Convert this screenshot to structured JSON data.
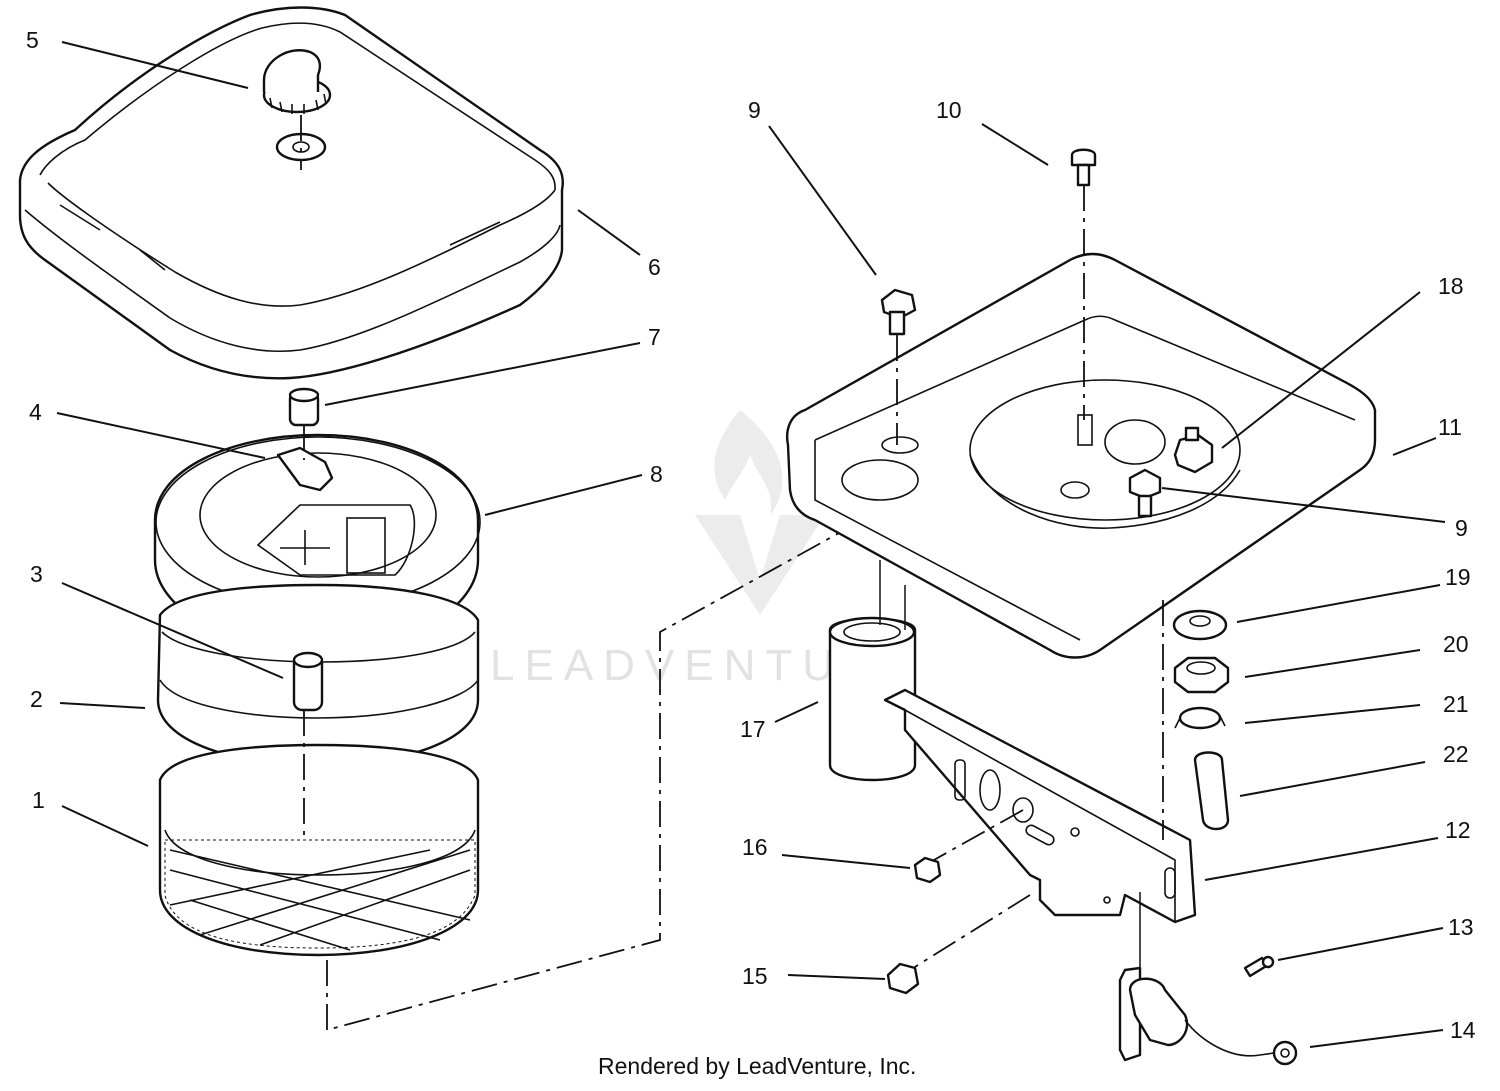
{
  "callouts": [
    {
      "id": "5",
      "text": "5"
    },
    {
      "id": "6",
      "text": "6"
    },
    {
      "id": "7",
      "text": "7"
    },
    {
      "id": "4",
      "text": "4"
    },
    {
      "id": "8",
      "text": "8"
    },
    {
      "id": "3",
      "text": "3"
    },
    {
      "id": "2",
      "text": "2"
    },
    {
      "id": "1",
      "text": "1"
    },
    {
      "id": "9a",
      "text": "9"
    },
    {
      "id": "10",
      "text": "10"
    },
    {
      "id": "18",
      "text": "18"
    },
    {
      "id": "11",
      "text": "11"
    },
    {
      "id": "9b",
      "text": "9"
    },
    {
      "id": "19",
      "text": "19"
    },
    {
      "id": "20",
      "text": "20"
    },
    {
      "id": "21",
      "text": "21"
    },
    {
      "id": "22",
      "text": "22"
    },
    {
      "id": "17",
      "text": "17"
    },
    {
      "id": "12",
      "text": "12"
    },
    {
      "id": "16",
      "text": "16"
    },
    {
      "id": "13",
      "text": "13"
    },
    {
      "id": "15",
      "text": "15"
    },
    {
      "id": "14",
      "text": "14"
    }
  ],
  "watermark": "LEADVENTURE",
  "footer": "Rendered by LeadVenture, Inc."
}
